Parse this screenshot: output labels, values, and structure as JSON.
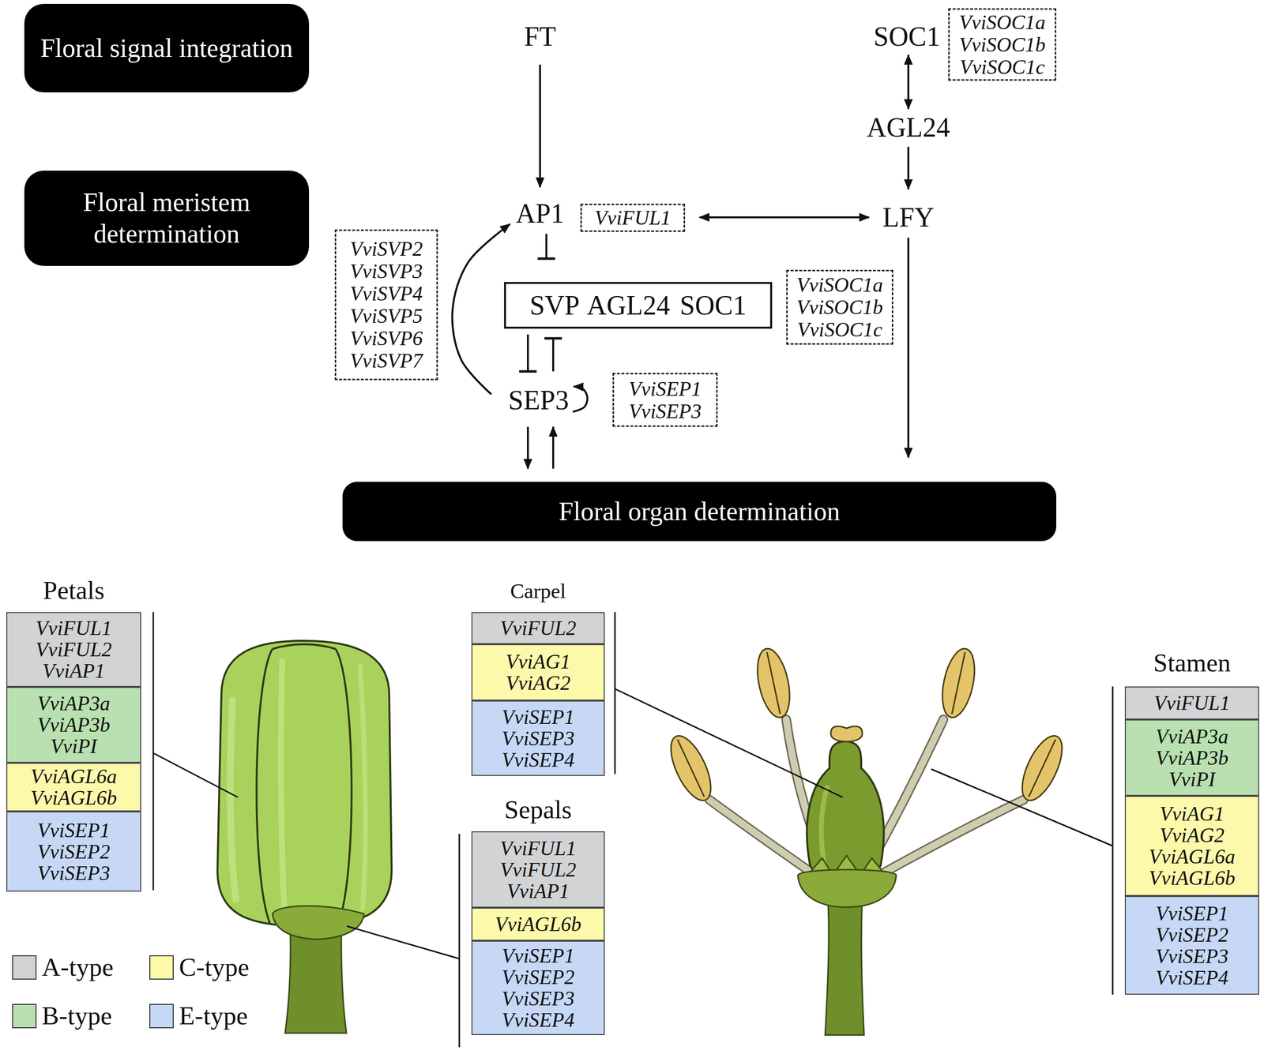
{
  "diagram": {
    "nodes": [
      {
        "text": [
          "Floral signal integration"
        ]
      },
      {
        "text": [
          "Floral meristem determination"
        ]
      },
      {
        "text": [
          "FT"
        ]
      },
      {
        "text": [
          "SOC1"
        ]
      },
      {
        "text": [
          "VviSOC1a",
          "VviSOC1b",
          "VviSOC1c"
        ]
      },
      {
        "text": [
          "AGL24"
        ]
      },
      {
        "text": [
          "AP1"
        ]
      },
      {
        "text": [
          "VviFUL1"
        ]
      },
      {
        "text": [
          "LFY"
        ]
      },
      {
        "text": [
          "VviSVP2",
          "VviSVP3",
          "VviSVP4",
          "VviSVP5",
          "VviSVP6",
          "VviSVP7"
        ]
      },
      {
        "text": [
          "SVP AGL24 SOC1"
        ]
      },
      {
        "text": [
          "VviSOC1a",
          "VviSOC1b",
          "VviSOC1c"
        ]
      },
      {
        "text": [
          "SEP3"
        ]
      },
      {
        "text": [
          "VviSEP1",
          "VviSEP3"
        ]
      },
      {
        "text": [
          "Floral organ determination"
        ]
      },
      {
        "text": [
          "Petals"
        ]
      },
      {
        "text": [
          "VviFUL1",
          "VviFUL2",
          "VviAP1"
        ],
        "in": 15
      },
      {
        "text": [
          "VviAP3a",
          "VviAP3b",
          "VviPI"
        ],
        "in": 15
      },
      {
        "text": [
          "VviAGL6a",
          "VviAGL6b"
        ],
        "in": 15
      },
      {
        "text": [
          "VviSEP1",
          "VviSEP2",
          "VviSEP3"
        ],
        "in": 15
      },
      {
        "text": [
          "Carpel"
        ]
      },
      {
        "text": [
          "VviFUL2"
        ],
        "in": 20
      },
      {
        "text": [
          "VviAG1",
          "VviAG2"
        ],
        "in": 20
      },
      {
        "text": [
          "VviSEP1",
          "VviSEP3",
          "VviSEP4"
        ],
        "in": 20
      },
      {
        "text": [
          "Sepals"
        ]
      },
      {
        "text": [
          "VviFUL1",
          "VviFUL2",
          "VviAP1"
        ],
        "in": 24
      },
      {
        "text": [
          "VviAGL6b"
        ],
        "in": 24
      },
      {
        "text": [
          "VviSEP1",
          "VviSEP2",
          "VviSEP3",
          "VviSEP4"
        ],
        "in": 24
      },
      {
        "text": [
          "Stamen"
        ]
      },
      {
        "text": [
          "VviFUL1"
        ],
        "in": 28
      },
      {
        "text": [
          "VviAP3a",
          "VviAP3b",
          "VviPI"
        ],
        "in": 28
      },
      {
        "text": [
          "VviAG1",
          "VviAG2",
          "VviAGL6a",
          "VviAGL6b"
        ],
        "in": 28
      },
      {
        "text": [
          "VviSEP1",
          "VviSEP2",
          "VviSEP3",
          "VviSEP4"
        ],
        "in": 28
      }
    ],
    "edges": [
      {
        "from": 2,
        "to": 6,
        "arrow": "to"
      },
      {
        "from": 3,
        "to": 5,
        "arrow": "both"
      },
      {
        "from": 5,
        "to": 8,
        "arrow": "to"
      },
      {
        "from": 6,
        "to": 8,
        "arrow": "both"
      },
      {
        "from": 6,
        "to": 10,
        "arrow": "to"
      },
      {
        "from": 10,
        "to": 12,
        "arrow": "to"
      },
      {
        "from": 12,
        "to": 10,
        "arrow": "to"
      },
      {
        "from": 12,
        "to": 6,
        "arrow": "to"
      },
      {
        "from": 12,
        "to": 12,
        "arrow": "to"
      },
      {
        "from": 12,
        "to": 14,
        "arrow": "to"
      },
      {
        "from": 14,
        "to": 12,
        "arrow": "to"
      },
      {
        "from": 8,
        "to": 14,
        "arrow": "to"
      }
    ],
    "legend": [
      {
        "text": "A-type",
        "color": "#d1d3d4"
      },
      {
        "text": "C-type",
        "color": "#fdf9aa"
      },
      {
        "text": "B-type",
        "color": "#b8e0b0"
      },
      {
        "text": "E-type",
        "color": "#c6d8f6"
      }
    ]
  }
}
